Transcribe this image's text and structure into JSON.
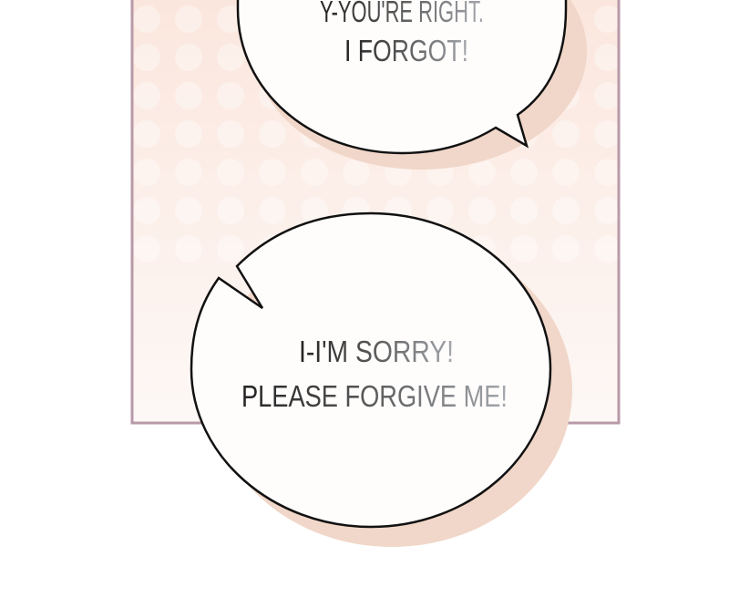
{
  "panel": {
    "background_colors": [
      "#fbe6dd",
      "#fdf7f4"
    ],
    "border_color": "#b89aa8",
    "shadow_color": "#f1d7c9"
  },
  "bubbles": [
    {
      "lines": [
        "Y-YOU'RE RIGHT.",
        "I FORGOT!"
      ]
    },
    {
      "lines": [
        "I-I'M SORRY!",
        "PLEASE FORGIVE ME!"
      ]
    }
  ]
}
